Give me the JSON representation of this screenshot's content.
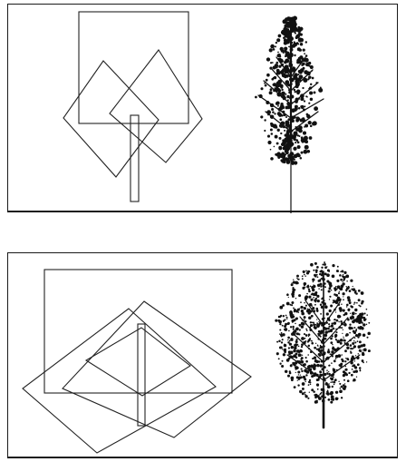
{
  "panels": [
    {
      "id": "top",
      "tree": "fern-like",
      "fill": "#111111",
      "leafCount": 520,
      "seed": 7
    },
    {
      "id": "bottom",
      "tree": "oak-like",
      "fill": "#111111",
      "leafCount": 900,
      "seed": 13
    }
  ],
  "colors": {
    "ink": "#111111",
    "paper": "#ffffff"
  }
}
